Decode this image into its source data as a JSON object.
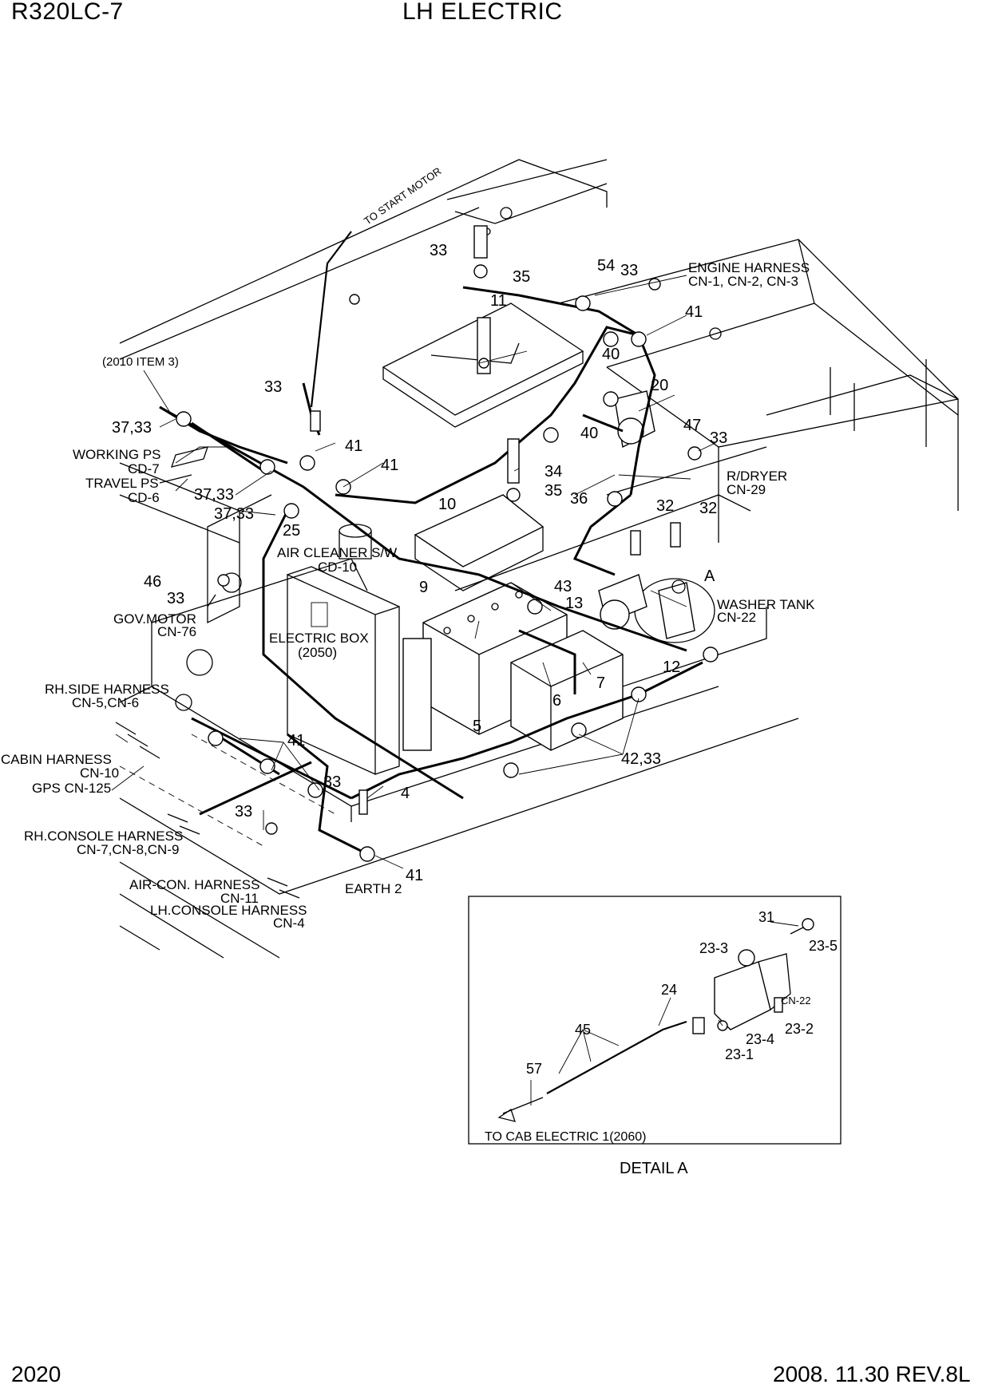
{
  "header": {
    "model": "R320LC-7",
    "title": "LH ELECTRIC"
  },
  "footer": {
    "page": "2020",
    "date_rev": "2008. 11.30  REV.8L"
  },
  "labels": {
    "to_start_motor": "TO START MOTOR",
    "item_2010": "(2010 ITEM 3)",
    "engine_harness": "ENGINE HARNESS",
    "engine_harness_cn": "CN-1, CN-2, CN-3",
    "working_ps": "WORKING PS",
    "working_ps_cn": "CD-7",
    "travel_ps": "TRAVEL PS",
    "travel_ps_cn": "CD-6",
    "r_dryer": "R/DRYER",
    "r_dryer_cn": "CN-29",
    "air_cleaner": "AIR CLEANER S/W",
    "air_cleaner_cn": "CD-10",
    "washer_tank": "WASHER TANK",
    "washer_tank_cn": "CN-22",
    "gov_motor": "GOV.MOTOR",
    "gov_motor_cn": "CN-76",
    "electric_box": "ELECTRIC BOX",
    "electric_box_ref": "(2050)",
    "rh_side": "RH.SIDE HARNESS",
    "rh_side_cn": "CN-5,CN-6",
    "cabin": "CABIN HARNESS",
    "cabin_cn": "CN-10",
    "gps": "GPS CN-125",
    "rh_console": "RH.CONSOLE HARNESS",
    "rh_console_cn": "CN-7,CN-8,CN-9",
    "air_con": "AIR-CON. HARNESS",
    "air_con_cn": "CN-11",
    "lh_console": "LH.CONSOLE HARNESS",
    "lh_console_cn": "CN-4",
    "earth": "EARTH 2",
    "to_cab": "TO CAB ELECTRIC 1(2060)",
    "detail_a": "DETAIL  A",
    "detail_cn22": "CN-22"
  },
  "callouts": {
    "c33a": "33",
    "c35a": "35",
    "c11": "11",
    "c54": "54",
    "c33b": "33",
    "c41a": "41",
    "c40a": "40",
    "c20": "20",
    "c33c": "33",
    "c41b": "41",
    "c41c": "41",
    "c40b": "40",
    "c47": "47",
    "c33d": "33",
    "c3733a": "37,33",
    "c34": "34",
    "c35b": "35",
    "c36": "36",
    "c3733b": "37,33",
    "c3733c": "37,33",
    "c10": "10",
    "c32a": "32",
    "c32b": "32",
    "c25": "25",
    "cA": "A",
    "c46": "46",
    "c33e": "33",
    "c9": "9",
    "c43": "43",
    "c13": "13",
    "c12": "12",
    "c7": "7",
    "c6": "6",
    "c5": "5",
    "c41d": "41",
    "c4233": "42,33",
    "c33f": "33",
    "c4": "4",
    "c33g": "33",
    "c41e": "41",
    "d31": "31",
    "d233": "23-3",
    "d235": "23-5",
    "d24": "24",
    "d45": "45",
    "d234": "23-4",
    "d232": "23-2",
    "d231": "23-1",
    "d57": "57"
  }
}
